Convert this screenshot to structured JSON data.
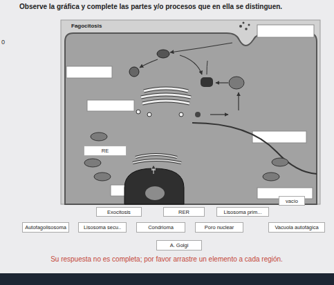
{
  "diagram": {
    "title": "Observe la gráfica y complete las partes y/o procesos que en ella se distinguen.",
    "nodes": [
      {
        "text": [
          "RE"
        ]
      },
      {
        "text": [
          "Exocitosis"
        ]
      },
      {
        "text": [
          "RER"
        ]
      },
      {
        "text": [
          "Lisosoma prim..."
        ]
      },
      {
        "text": [
          "vacío"
        ]
      },
      {
        "text": [
          "Autofagolisosoma"
        ]
      },
      {
        "text": [
          "Lisosoma secu.."
        ]
      },
      {
        "text": [
          "Condrioma"
        ]
      },
      {
        "text": [
          "Poro nuclear"
        ]
      },
      {
        "text": [
          "Vacuola autofágica"
        ]
      },
      {
        "text": [
          "A. Golgi"
        ]
      }
    ],
    "labels": [
      "0",
      "Fagocitosis",
      "Su respuesta no es completa; por favor arrastre un elemento a cada región."
    ]
  }
}
